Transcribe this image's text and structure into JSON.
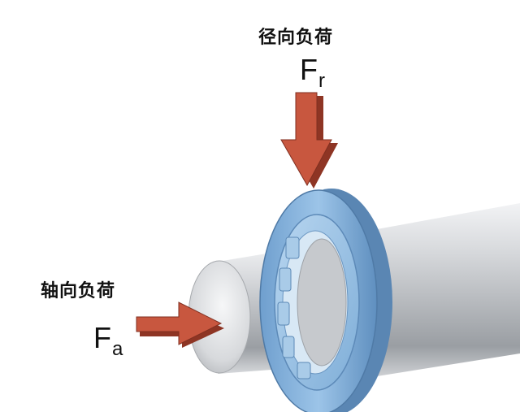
{
  "radial_load": {
    "label": "径向负荷",
    "symbol": "F",
    "subscript": "r"
  },
  "axial_load": {
    "label": "轴向负荷",
    "symbol": "F",
    "subscript": "a"
  },
  "colors": {
    "arrow": "#c8573f",
    "bearing": "#7fb2de",
    "shaft": "#c9ccd0"
  }
}
